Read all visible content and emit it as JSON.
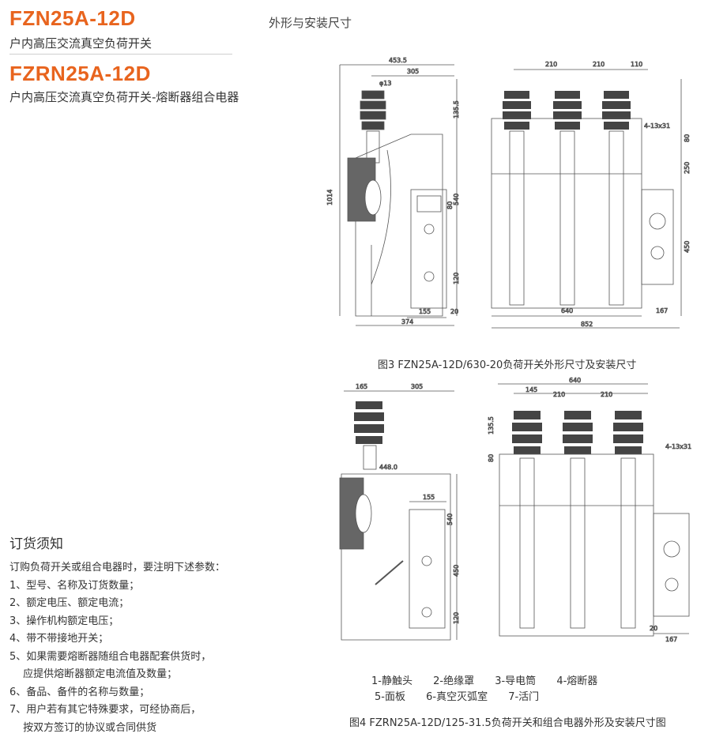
{
  "header": {
    "model1": "FZN25A-12D",
    "model1_desc": "户内高压交流真空负荷开关",
    "model2": "FZRN25A-12D",
    "model2_desc": "户内高压交流真空负荷开关-熔断器组合电器"
  },
  "section": {
    "title": "外形与安装尺寸"
  },
  "order": {
    "title": "订货须知",
    "items": [
      "订购负荷开关或组合电器时，要注明下述参数：",
      "1、型号、名称及订货数量；",
      "2、额定电压、额定电流；",
      "3、操作机构额定电压；",
      "4、带不带接地开关；",
      "5、如果需要熔断器随组合电器配套供货时，",
      "　 应提供熔断器额定电流值及数量；",
      "6、备品、备件的名称与数量；",
      "7、用户若有其它特殊要求，可经协商后，",
      "　 按双方签订的协议或合同供货"
    ]
  },
  "fig3": {
    "caption": "图3 FZN25A-12D/630-20负荷开关外形尺寸及安装尺寸",
    "dims": {
      "d453": "453.5",
      "d305": "305",
      "d13": "φ13",
      "d1355": "135.5",
      "d1014": "1014",
      "d540": "540",
      "d80": "80",
      "d120": "120",
      "d155": "155",
      "d20": "20",
      "d374": "374",
      "d210a": "210",
      "d210b": "210",
      "d110": "110",
      "d4x13": "4-13x31",
      "d80r": "80",
      "d250": "250",
      "d450": "450",
      "d640": "640",
      "d167": "167",
      "d852": "852"
    }
  },
  "fig4": {
    "caption": "图4 FZRN25A-12D/125-31.5负荷开关和组合电器外形及安装尺寸图",
    "dims": {
      "d165": "165",
      "d305": "305",
      "d448": "448.0",
      "d155": "155",
      "d540": "540",
      "d450": "450",
      "d120": "120",
      "d640": "640",
      "d145": "145",
      "d210a": "210",
      "d210b": "210",
      "d1355": "135.5",
      "d80": "80",
      "d4x13": "4-13x31",
      "d20": "20",
      "d167": "167"
    },
    "legend": [
      [
        "1-静触头",
        "2-绝缘罩",
        "3-导电筒",
        "4-熔断器"
      ],
      [
        "5-面板",
        "6-真空灭弧室",
        "7-活门"
      ]
    ]
  }
}
